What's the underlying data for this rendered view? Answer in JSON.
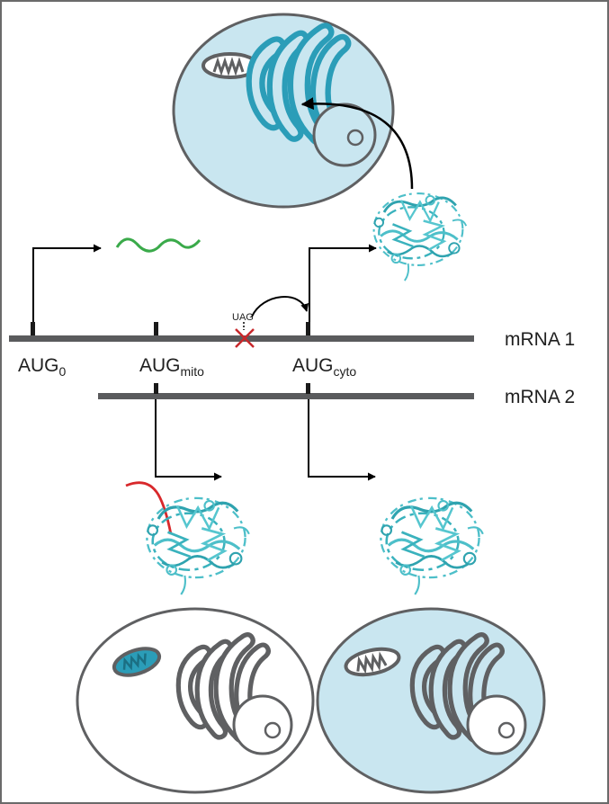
{
  "labels": {
    "mrna1": "mRNA 1",
    "mrna2": "mRNA 2",
    "aug0_base": "AUG",
    "aug0_sub": "0",
    "aug_mito_base": "AUG",
    "aug_mito_sub": "mito",
    "aug_cyto_base": "AUG",
    "aug_cyto_sub": "cyto",
    "stop_codon": "UAG"
  },
  "colors": {
    "cytosol_fill": "#c9e6f0",
    "organelle_cyan": "#2b9db8",
    "outline_gray": "#5f6062",
    "mrna_line": "#5a5b5d",
    "protein": "#4dbfc9",
    "upstream_orf": "#3aaa4a",
    "mito_signal": "#d8282b",
    "stop_cross": "#c8282b"
  },
  "icons": [
    "cell-icon",
    "mitochondrion-icon",
    "golgi-icon",
    "nucleus-icon",
    "protein-structure-icon",
    "arrow-icon"
  ]
}
